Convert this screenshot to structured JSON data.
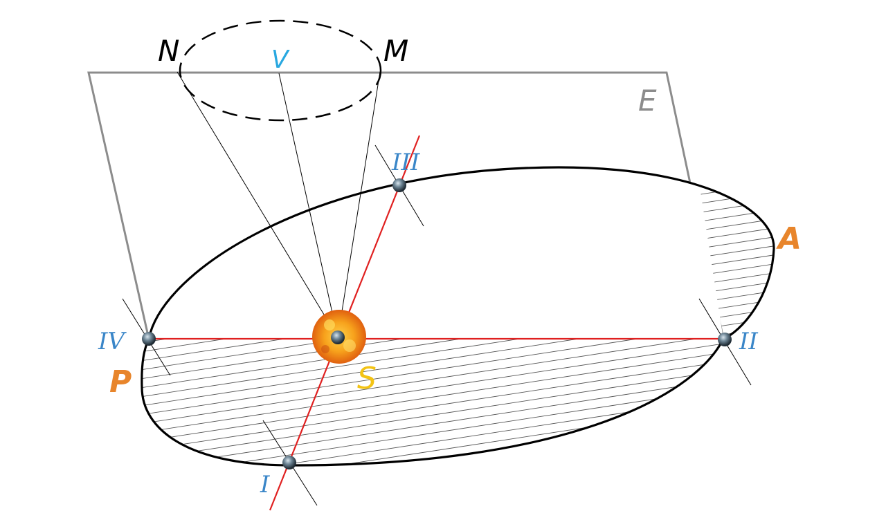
{
  "labels": {
    "N": "N",
    "V": "V",
    "M": "M",
    "E": "E",
    "III": "III",
    "A": "A",
    "IV": "IV",
    "II": "II",
    "P": "P",
    "S": "S",
    "I": "I"
  },
  "colors": {
    "orbit": "#000000",
    "plane": "#8c8c8c",
    "line_of_apsides": "#e02020",
    "precession_labels": "#000000",
    "season_labels": "#3a86c8",
    "V_label": "#29a8e0",
    "apsis_labels": "#e8852b",
    "sun_label": "#f3c314",
    "sun": "#f28c1a"
  }
}
